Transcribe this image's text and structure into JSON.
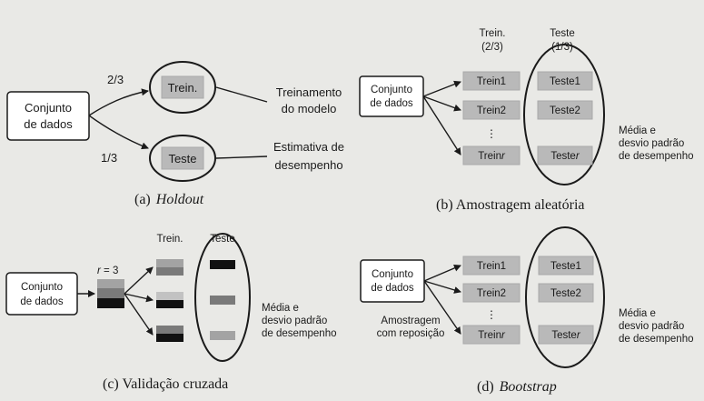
{
  "panel_a": {
    "source": "Conjunto de dados",
    "split_train": "2/3",
    "split_test": "1/3",
    "train": "Trein.",
    "test": "Teste",
    "note_train": "Treinamento do modelo",
    "note_test": "Estimativa de desempenho",
    "caption_prefix": "(a)",
    "caption_name": "Holdout"
  },
  "panel_b": {
    "source": "Conjunto de dados",
    "col_train": "Trein. (2/3)",
    "col_test": "Teste (1/3)",
    "train_items": [
      "Trein1",
      "Trein2",
      "Treinr"
    ],
    "test_items": [
      "Teste1",
      "Teste2",
      "Tester"
    ],
    "dots": "⋮",
    "note": "Média e desvio padrão de desempenho",
    "caption": "(b) Amostragem aleatória"
  },
  "panel_c": {
    "source": "Conjunto de dados",
    "r_label": "r = 3",
    "col_train": "Trein.",
    "col_test": "Teste",
    "note": "Média e desvio padrão de desempenho",
    "caption": "(c) Validação cruzada"
  },
  "panel_d": {
    "source": "Conjunto de dados",
    "train_items": [
      "Trein1",
      "Trein2",
      "Treinr"
    ],
    "test_items": [
      "Teste1",
      "Teste2",
      "Tester"
    ],
    "dots": "⋮",
    "sampling": "Amostragem com reposição",
    "note": "Média e desvio padrão de desempenho",
    "caption_prefix": "(d)",
    "caption_name": "Bootstrap"
  }
}
